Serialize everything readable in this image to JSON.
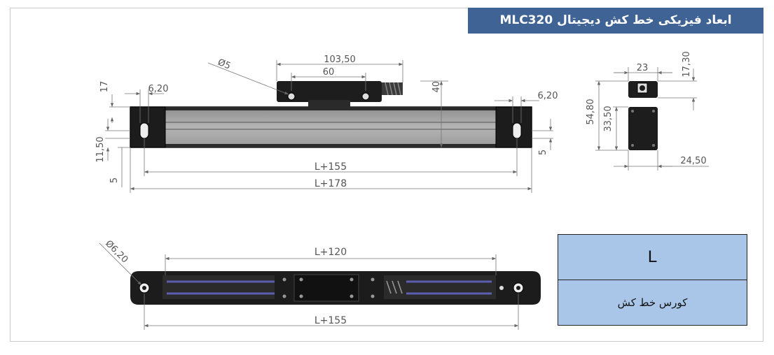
{
  "title": "ابعاد فیزیکی خط کش دیجیتال MLC320",
  "dimensions": {
    "d_5": "Ø5",
    "w_103_50": "103,50",
    "w_60": "60",
    "h_40": "40",
    "h_17": "17",
    "w_6_20_left": "6,20",
    "w_6_20_right": "6,20",
    "h_11_50": "11,50",
    "h_5_left": "5",
    "h_5_right": "5",
    "l_155_top": "L+155",
    "l_178": "L+178",
    "w_23": "23",
    "h_17_30": "17,30",
    "h_54_80": "54,80",
    "h_33_50": "33,50",
    "w_24_50": "24,50",
    "d_6_20": "Ø6,20",
    "l_120": "L+120",
    "l_155_bottom": "L+155"
  },
  "legend": {
    "symbol": "L",
    "description": "کورس خط کش"
  }
}
